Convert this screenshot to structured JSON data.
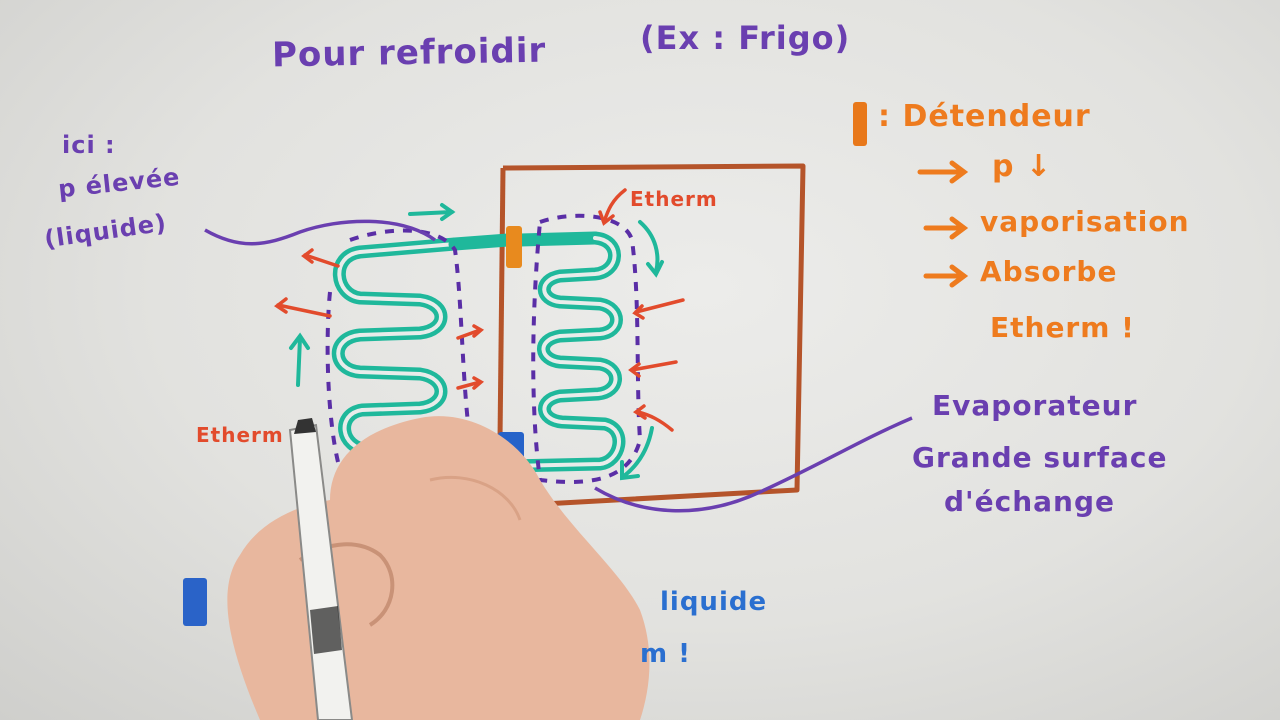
{
  "title": "Pour refroidir",
  "title_example": "(Ex : Frigo)",
  "left_note": {
    "line1": "ici :",
    "line2": "p élevée",
    "line3": "(liquide)"
  },
  "legend": {
    "line1": ": Détendeur",
    "line2": "p ↓",
    "line3": "vaporisation",
    "line4": "Absorbe",
    "line5": "Etherm !"
  },
  "label_etherm_top": "Etherm",
  "label_etherm_left": "Etherm",
  "evaporateur": {
    "line1": "Evaporateur",
    "line2": "Grande surface",
    "line3": "d'échange"
  },
  "bottom_note": {
    "line1": "liquide",
    "line2": "m !"
  },
  "colors": {
    "purple": "#6a3fb0",
    "orange": "#ee7b1e",
    "red": "#e24b2c",
    "teal": "#1fb89b",
    "brown": "#b5542a",
    "blue": "#2a6fd0"
  }
}
